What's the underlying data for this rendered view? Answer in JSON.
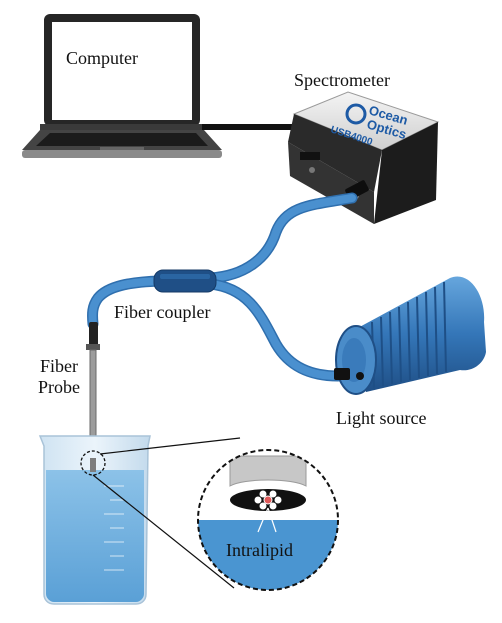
{
  "labels": {
    "computer": "Computer",
    "spectrometer": "Spectrometer",
    "fiber_coupler": "Fiber coupler",
    "fiber_probe_line1": "Fiber",
    "fiber_probe_line2": "Probe",
    "light_source": "Light source",
    "intralipid": "Intralipid"
  },
  "device_text": {
    "brand_line1": "Ocean",
    "brand_line2": "Optics",
    "model": "USB4000"
  },
  "colors": {
    "fiber": "#4a90cf",
    "fiber_dark": "#2f6fae",
    "coupler": "#1f4f86",
    "light_source_body": "#3f7fbe",
    "water": "#5da6dc",
    "laptop_body": "#2b2b2b"
  }
}
